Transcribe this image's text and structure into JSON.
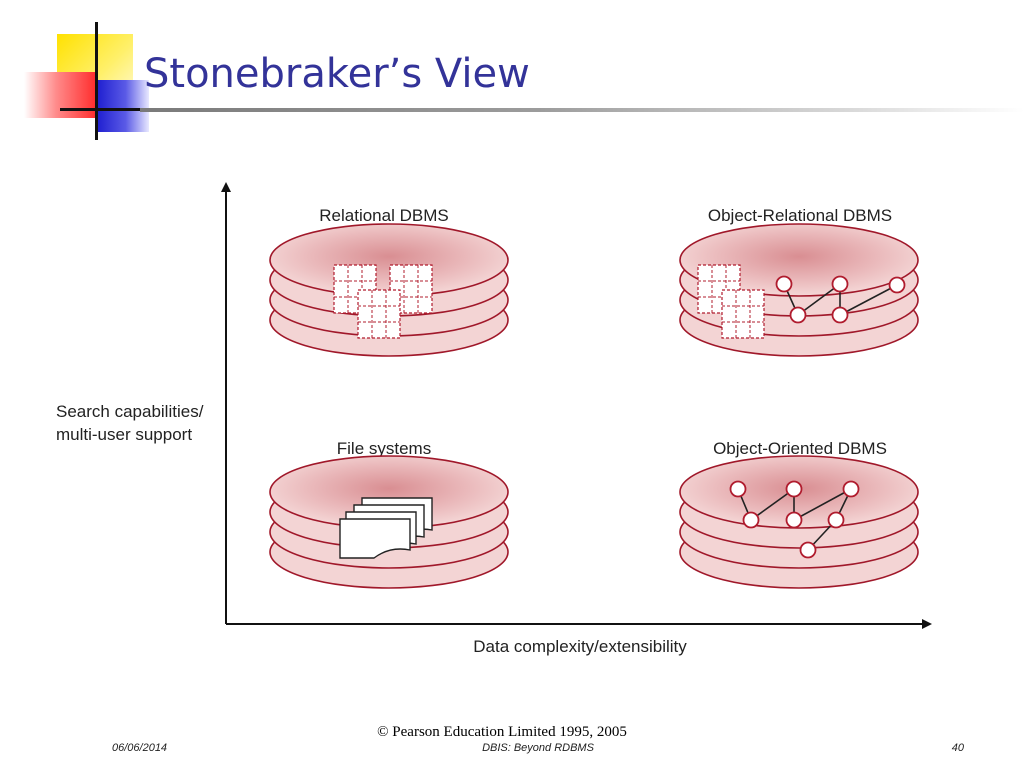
{
  "slide": {
    "title": "Stonebraker’s View"
  },
  "diagram": {
    "y_axis_label_line1": "Search capabilities/",
    "y_axis_label_line2": "multi-user support",
    "x_axis_label": "Data complexity/extensibility",
    "quadrants": {
      "relational": "Relational DBMS",
      "object_relational": "Object-Relational DBMS",
      "file_systems": "File systems",
      "object_oriented": "Object-Oriented DBMS"
    }
  },
  "footer": {
    "copyright": "© Pearson Education Limited 1995, 2005",
    "date": "06/06/2014",
    "course": "DBIS: Beyond RDBMS",
    "page": "40"
  },
  "colors": {
    "title": "#333399",
    "disk_fill": "#f2cccc",
    "disk_stroke": "#a0182a",
    "node_stroke": "#b01c2e"
  }
}
